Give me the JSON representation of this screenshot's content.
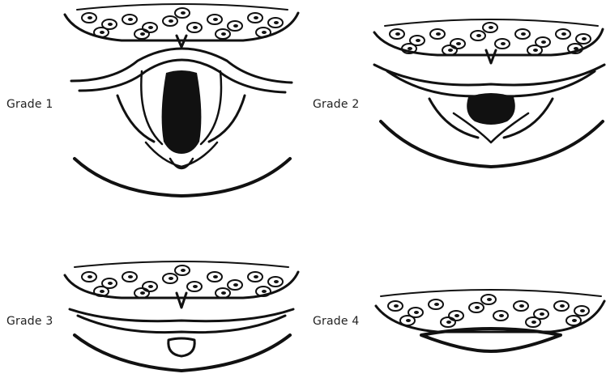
{
  "labels": {
    "grade_1": "Grade 1",
    "grade_2": "Grade 2",
    "grade_3": "Grade 3",
    "grade_4": "Grade 4"
  }
}
